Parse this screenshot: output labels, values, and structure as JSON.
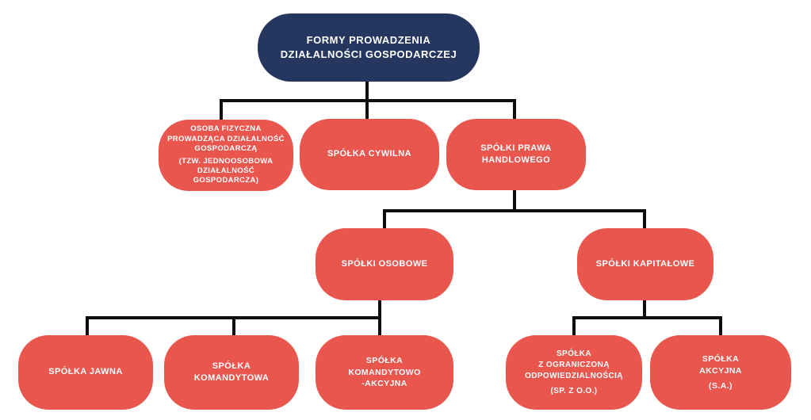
{
  "diagram_title": "FORMY PROWADZENIA DZIAŁALNOŚCI GOSPODARCZEJ",
  "colors": {
    "background": "#ffffff",
    "root_bg": "#25365f",
    "node_bg": "#e9564e",
    "line": "#0d0d0d",
    "text": "#ffffff"
  },
  "nodes": {
    "root": {
      "label": "FORMY PROWADZENIA\nDZIAŁALNOŚCI GOSPODARCZEJ"
    },
    "osoba_fizyczna": {
      "label": "OSOBA FIZYCZNA\nPROWADZĄCA DZIAŁALNOŚĆ\nGOSPODARCZĄ",
      "sub": "(TZW. JEDNOOSOBOWA\nDZIAŁALNOŚĆ GOSPODARCZA)"
    },
    "spolka_cywilna": {
      "label": "SPÓŁKA CYWILNA"
    },
    "spolki_prawa_handlowego": {
      "label": "SPÓŁKI PRAWA\nHANDLOWEGO"
    },
    "spolki_osobowe": {
      "label": "SPÓŁKI OSOBOWE"
    },
    "spolki_kapitalowe": {
      "label": "SPÓŁKI KAPITAŁOWE"
    },
    "spolka_jawna": {
      "label": "SPÓŁKA JAWNA"
    },
    "spolka_komandytowa": {
      "label": "SPÓŁKA\nKOMANDYTOWA"
    },
    "spolka_komandytowo_akcyjna": {
      "label": "SPÓŁKA\nKOMANDYTOWO\n-AKCYJNA"
    },
    "spolka_z_oo": {
      "label": "SPÓŁKA\nZ OGRANICZONĄ\nODPOWIEDZIALNOŚCIĄ",
      "sub": "(SP. Z O.O.)"
    },
    "spolka_akcyjna": {
      "label": "SPÓŁKA\nAKCYJNA",
      "sub": "(S.A.)"
    }
  },
  "edges": [
    {
      "from": "root",
      "to": "osoba_fizyczna"
    },
    {
      "from": "root",
      "to": "spolka_cywilna"
    },
    {
      "from": "root",
      "to": "spolki_prawa_handlowego"
    },
    {
      "from": "spolki_prawa_handlowego",
      "to": "spolki_osobowe"
    },
    {
      "from": "spolki_prawa_handlowego",
      "to": "spolki_kapitalowe"
    },
    {
      "from": "spolki_osobowe",
      "to": "spolka_jawna"
    },
    {
      "from": "spolki_osobowe",
      "to": "spolka_komandytowa"
    },
    {
      "from": "spolki_osobowe",
      "to": "spolka_komandytowo_akcyjna"
    },
    {
      "from": "spolki_kapitalowe",
      "to": "spolka_z_oo"
    },
    {
      "from": "spolki_kapitalowe",
      "to": "spolka_akcyjna"
    }
  ]
}
